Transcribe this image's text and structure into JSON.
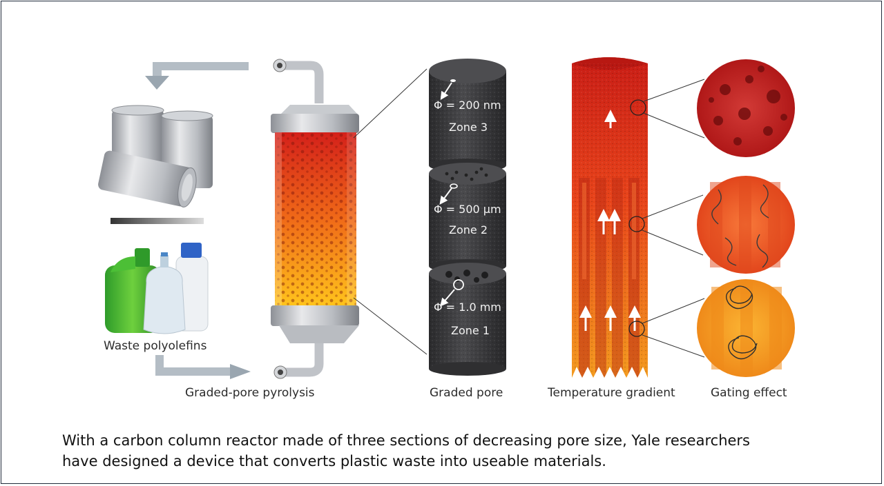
{
  "panels": {
    "waste_label": "Waste polyolefins",
    "pyrolysis_label": "Graded-pore pyrolysis",
    "pore_label": "Graded pore",
    "temperature_label": "Temperature gradient",
    "gating_label": "Gating effect"
  },
  "zones": [
    {
      "name": "Zone 3",
      "pore": "Φ = 200 nm"
    },
    {
      "name": "Zone 2",
      "pore": "Φ = 500 µm"
    },
    {
      "name": "Zone 1",
      "pore": "Φ = 1.0 mm"
    }
  ],
  "caption": {
    "line1": "With a carbon column reactor made of three sections of decreasing pore size, Yale researchers",
    "line2": "have designed a device that converts plastic waste into useable materials."
  },
  "colors": {
    "hot_red": "#d8241a",
    "warm_orange": "#f07a1a",
    "yellow": "#ffc21a",
    "carbon": "#3c3c3e",
    "arrow_gray": "#a9b4bd"
  }
}
